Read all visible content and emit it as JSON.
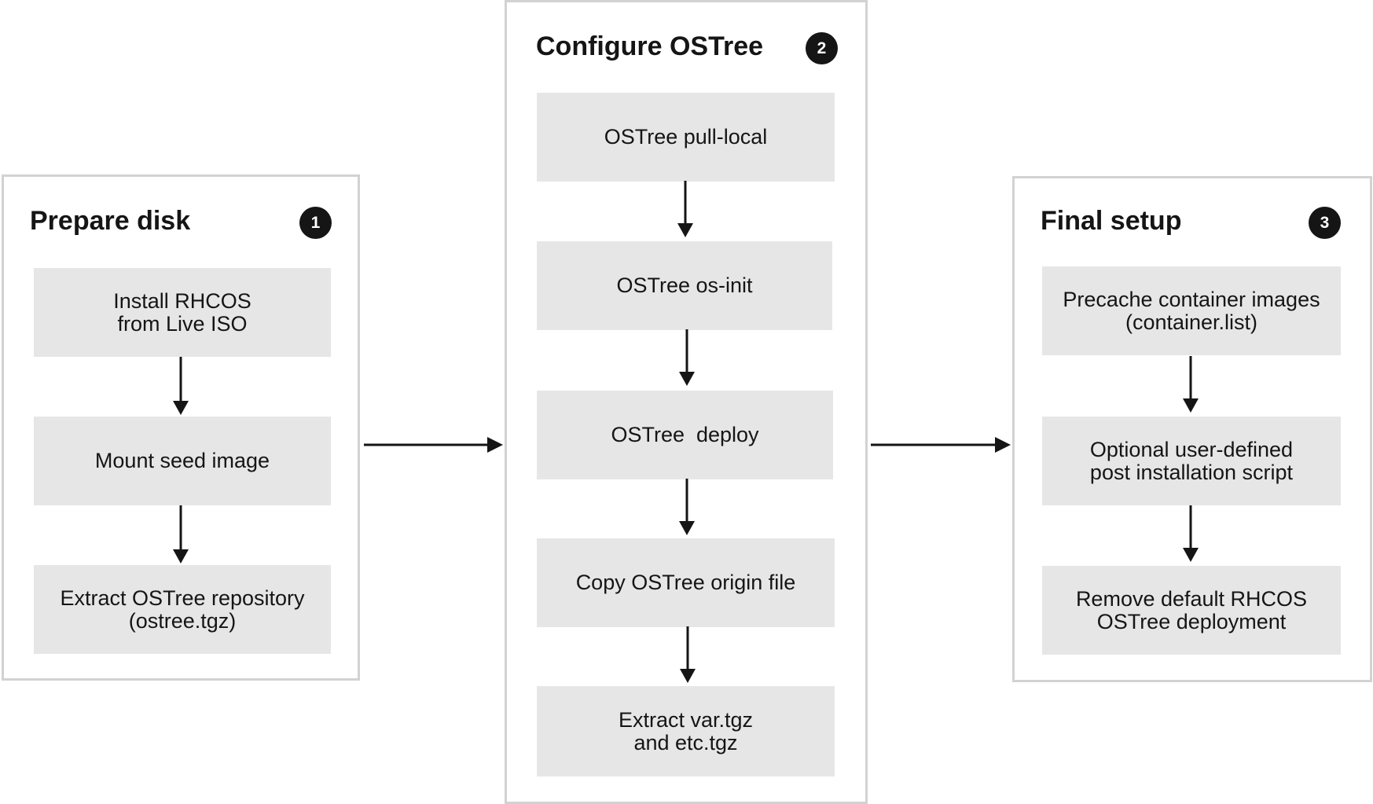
{
  "panels": [
    {
      "title": "Prepare disk",
      "badge": "1",
      "steps": [
        [
          "Install RHCOS",
          "from  Live ISO"
        ],
        [
          "Mount seed image"
        ],
        [
          "Extract OSTree repository",
          "(ostree.tgz)"
        ]
      ]
    },
    {
      "title": "Configure OSTree",
      "badge": "2",
      "steps": [
        [
          "OSTree pull-local"
        ],
        [
          "OSTree os-init"
        ],
        [
          "OSTree  deploy"
        ],
        [
          "Copy OSTree origin file"
        ],
        [
          "Extract var.tgz",
          "and etc.tgz"
        ]
      ]
    },
    {
      "title": "Final setup",
      "badge": "3",
      "steps": [
        [
          "Precache container images",
          "(container.list)"
        ],
        [
          "Optional user-defined",
          "post installation script"
        ],
        [
          "Remove default RHCOS",
          "OSTree deployment"
        ]
      ]
    }
  ]
}
